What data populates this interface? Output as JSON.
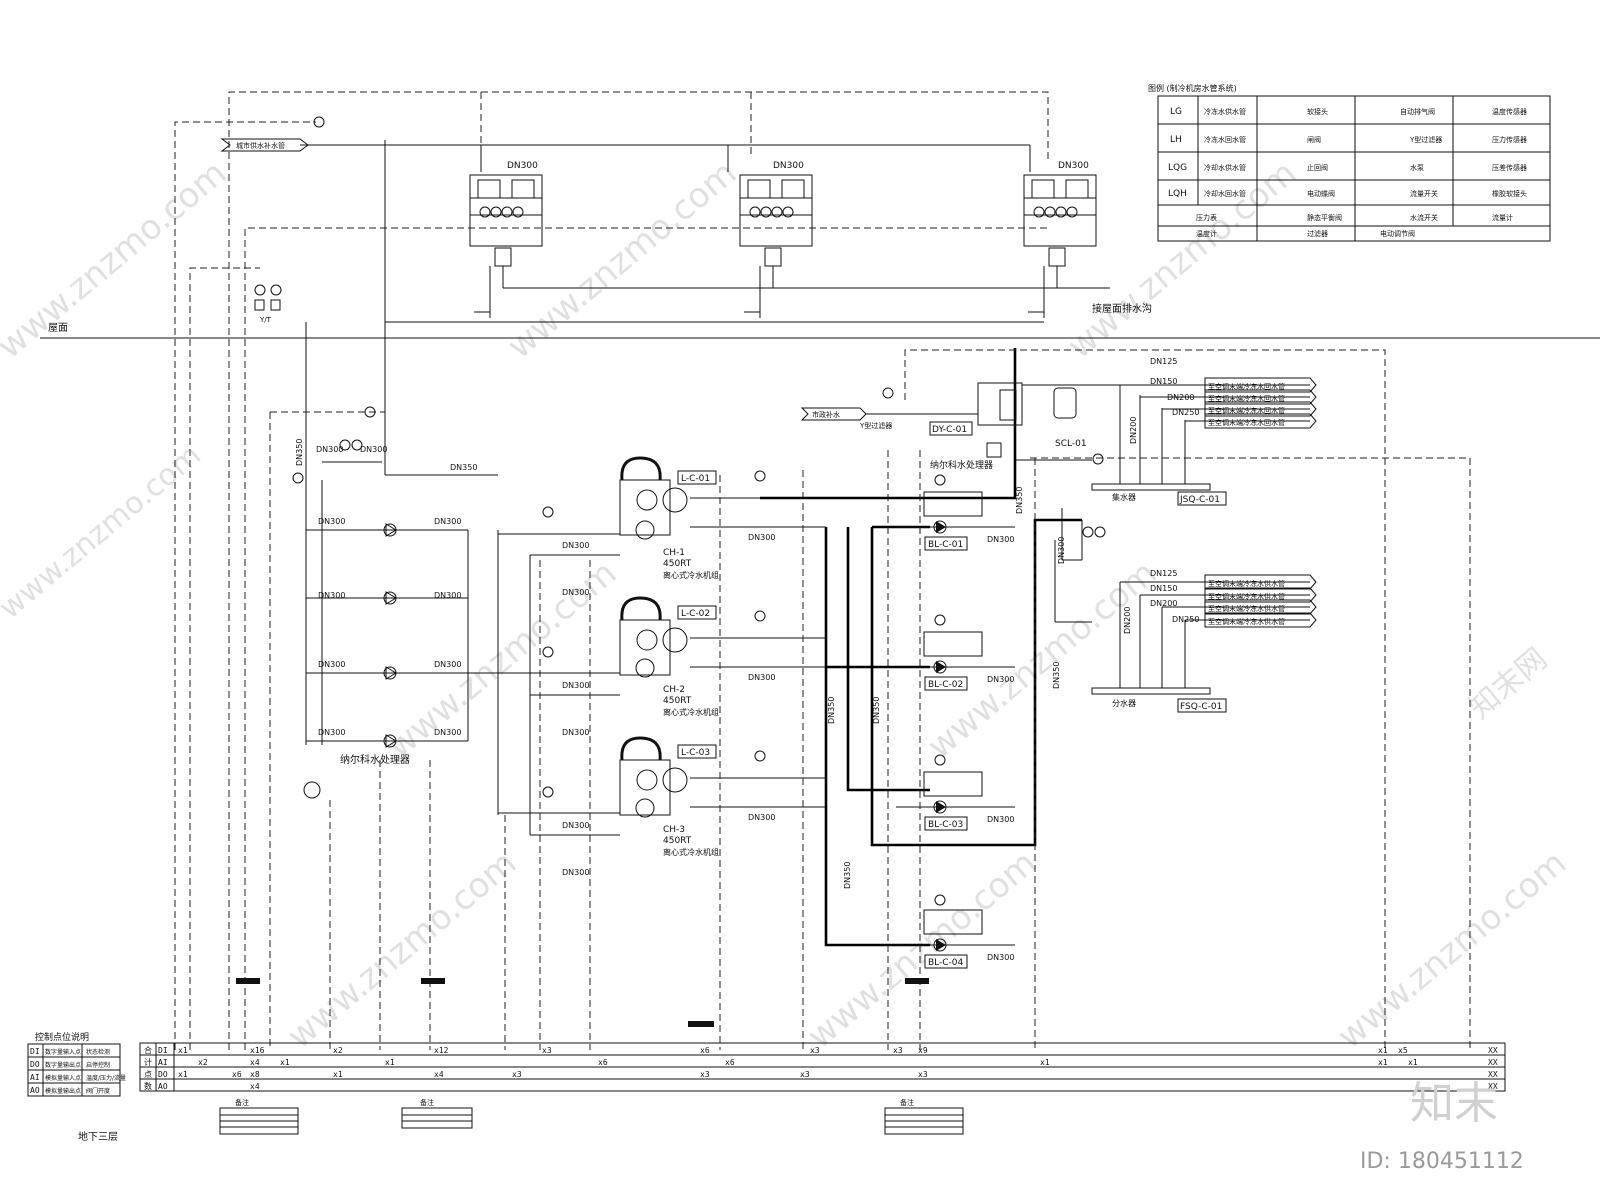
{
  "legend": {
    "title": "图例 (制冷机房水管系统)",
    "codes": [
      {
        "code": "LG",
        "desc": "冷冻水供水管"
      },
      {
        "code": "LH",
        "desc": "冷冻水回水管"
      },
      {
        "code": "LQG",
        "desc": "冷却水供水管"
      },
      {
        "code": "LQH",
        "desc": "冷却水回水管"
      }
    ],
    "symbols": [
      "压力表",
      "温度计",
      "软接头",
      "闸阀",
      "止回阀",
      "电动蝶阀",
      "静态平衡阀",
      "过滤器",
      "自动排气阀",
      "Y型过滤器",
      "水泵",
      "流量开关",
      "水流开关",
      "温度传感器",
      "压力传感器",
      "压差传感器",
      "橡胶软接头",
      "流量计",
      "电动调节阀"
    ]
  },
  "equipment": {
    "chillers": [
      {
        "tag": "L-C-01",
        "name": "CH-1",
        "capacity": "450RT",
        "desc": "离心式冷水机组"
      },
      {
        "tag": "L-C-02",
        "name": "CH-2",
        "capacity": "450RT",
        "desc": "离心式冷水机组"
      },
      {
        "tag": "L-C-03",
        "name": "CH-3",
        "capacity": "450RT",
        "desc": "离心式冷水机组"
      }
    ],
    "pumps": [
      "BL-C-01",
      "BL-C-02",
      "BL-C-03",
      "BL-C-04"
    ],
    "dy": "DY-C-01",
    "scl": "SCL-01",
    "jsq": "JSQ-C-01",
    "fsq": "FSQ-C-01",
    "jsq_name": "集水器",
    "fsq_name": "分水器",
    "dosing_label_left": "纳尔科水处理器",
    "dosing_label_right": "纳尔科水处理器",
    "scl_small": "SCL-01"
  },
  "annotations": {
    "roof": "屋面",
    "level": "地下三层",
    "drain": "接屋面排水沟",
    "makeup": "市政补水",
    "makeup_left": "城市供水补水管",
    "makeup_valve": "Y型过滤器",
    "ins": "AI",
    "rt": "Y/T",
    "watermark_id": "ID: 180451112",
    "watermark_logo": "知末",
    "watermark_site": "www.znzmo.com",
    "watermark_cn": "知末网"
  },
  "pipe_sizes": {
    "dn125": "DN125",
    "dn150": "DN150",
    "dn200": "DN200",
    "dn250": "DN250",
    "dn300": "DN300",
    "dn350": "DN350"
  },
  "branches_top": [
    "至空调末端冷冻水回水管",
    "至空调末端冷冻水回水管",
    "至空调末端冷冻水回水管",
    "至空调末端冷冻水回水管"
  ],
  "branches_bottom": [
    "至空调末端冷冻水供水管",
    "至空调末端冷冻水供水管",
    "至空调末端冷冻水供水管",
    "至空调末端冷冻水供水管"
  ],
  "io_legend": {
    "title": "控制点位说明",
    "rows": [
      {
        "code": "DI",
        "desc": "数字量输入点",
        "note": "状态检测"
      },
      {
        "code": "DO",
        "desc": "数字量输出点",
        "note": "启停控制"
      },
      {
        "code": "AI",
        "desc": "模拟量输入点",
        "note": "温度/压力/流量"
      },
      {
        "code": "AO",
        "desc": "模拟量输出点",
        "note": "阀门开度"
      }
    ]
  },
  "io_bus": {
    "rows": [
      {
        "mark": "合",
        "code": "DI"
      },
      {
        "mark": "计",
        "code": "AI"
      },
      {
        "mark": "点",
        "code": "DO"
      },
      {
        "mark": "数",
        "code": "AO"
      }
    ],
    "end": [
      "XX",
      "XX",
      "XX",
      "XX"
    ],
    "counts": {
      "di": [
        "x1",
        "x16",
        "x2",
        "x12",
        "x3",
        "x6",
        "x3",
        "x3",
        "x9",
        "x1",
        "x5"
      ],
      "ai": [
        "x2",
        "x4",
        "x1",
        "x1",
        "x1",
        "x6",
        "x6",
        "x1",
        "x1"
      ],
      "do": [
        "x1",
        "x6",
        "x8",
        "x1",
        "x4",
        "x3",
        "x3",
        "x3",
        "x3"
      ],
      "ao": [
        "x4"
      ]
    }
  },
  "notes": [
    "备注",
    "备注",
    "备注"
  ]
}
